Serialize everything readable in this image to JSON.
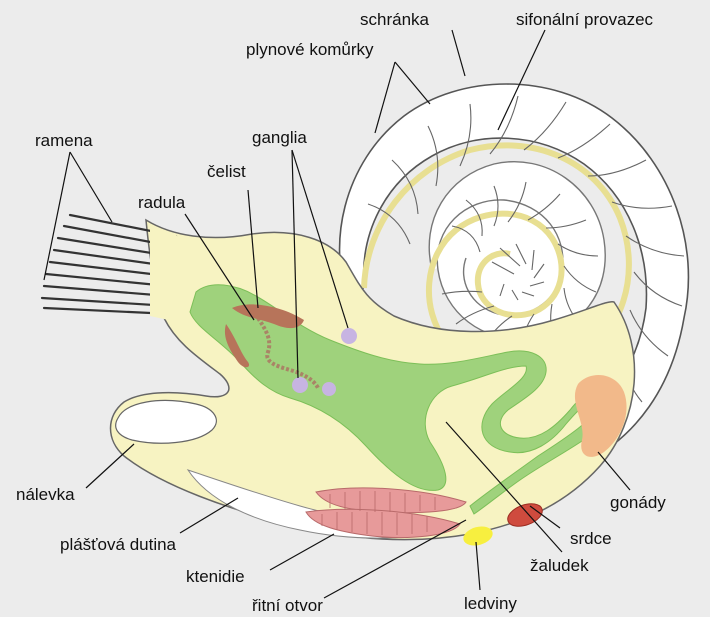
{
  "labels": {
    "shell": "schránka",
    "siphuncle": "sifonální provazec",
    "gas_chambers": "plynové komůrky",
    "arms": "ramena",
    "ganglia": "ganglia",
    "jaw": "čelist",
    "radula": "radula",
    "funnel": "nálevka",
    "mantle_cavity": "plášťová dutina",
    "gonads": "gonády",
    "heart": "srdce",
    "stomach": "žaludek",
    "ctenidia": "ktenidie",
    "anus": "řitní otvor",
    "kidneys": "ledviny"
  },
  "colors": {
    "background": "#ececec",
    "body": "#f7f3c2",
    "shell": "#ffffff",
    "digestive": "#9fd27c",
    "jaw": "#b7745a",
    "ganglia": "#c7b4e2",
    "gonads": "#f2b98a",
    "heart": "#cf4b3e",
    "ctenidia": "#e79a9a",
    "kidneys": "#f7ef3f",
    "outline": "#555555"
  }
}
